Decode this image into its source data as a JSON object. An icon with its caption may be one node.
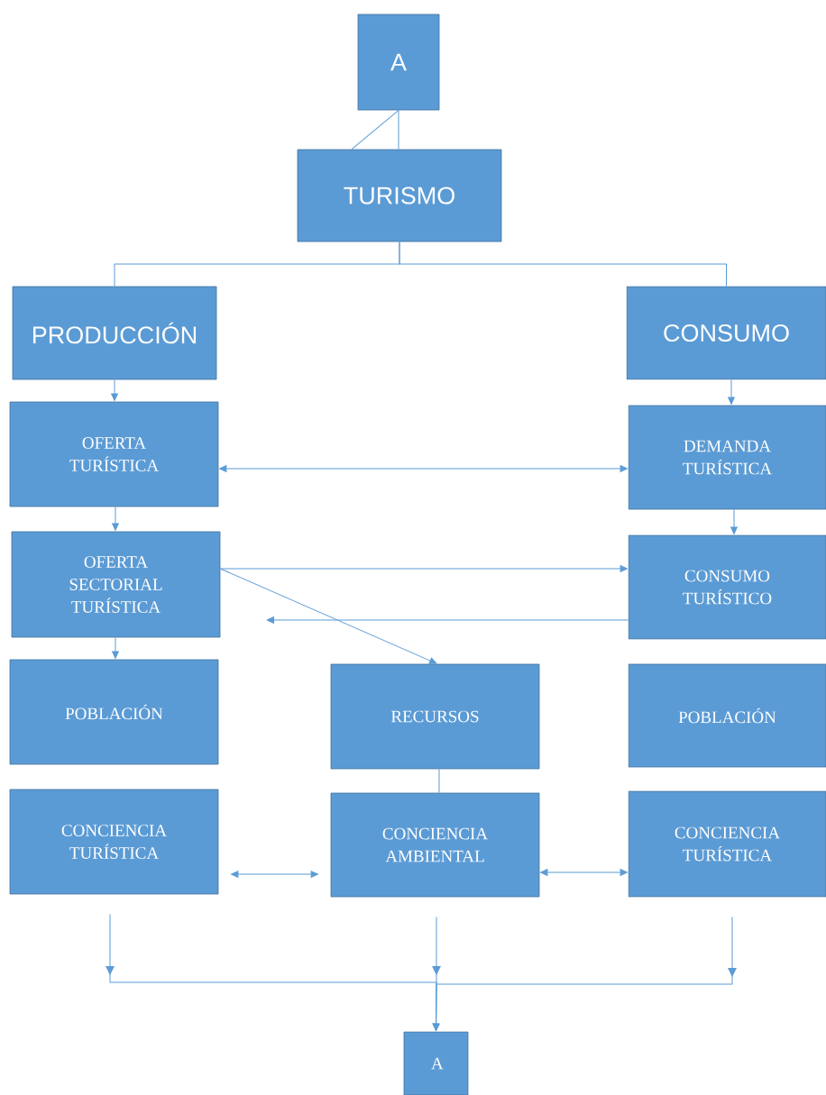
{
  "diagram": {
    "nodes": [
      {
        "text": [
          "A"
        ]
      },
      {
        "text": [
          "TURISMO"
        ]
      },
      {
        "text": [
          "PRODUCCIÓN"
        ]
      },
      {
        "text": [
          "CONSUMO"
        ]
      },
      {
        "text": [
          "OFERTA TURÍSTICA"
        ]
      },
      {
        "text": [
          "DEMANDA TURÍSTICA"
        ]
      },
      {
        "text": [
          "OFERTA SECTORIAL TURÍSTICA"
        ]
      },
      {
        "text": [
          "CONSUMO TURÍSTICO"
        ]
      },
      {
        "text": [
          "POBLACIÓN"
        ]
      },
      {
        "text": [
          "RECURSOS"
        ]
      },
      {
        "text": [
          "POBLACIÓN"
        ]
      },
      {
        "text": [
          "CONCIENCIA TURÍSTICA"
        ]
      },
      {
        "text": [
          "CONCIENCIA AMBIENTAL"
        ]
      },
      {
        "text": [
          "CONCIENCIA TURÍSTICA"
        ]
      },
      {
        "text": [
          "A"
        ]
      }
    ],
    "edges": [
      {
        "from": 0,
        "to": 1,
        "arrow": "none"
      },
      {
        "from": 0,
        "to": 1,
        "arrow": "none"
      },
      {
        "from": 1,
        "to": 2,
        "arrow": "none"
      },
      {
        "from": 1,
        "to": 3,
        "arrow": "none"
      },
      {
        "from": 2,
        "to": 4,
        "arrow": "to"
      },
      {
        "from": 3,
        "to": 5,
        "arrow": "to"
      },
      {
        "from": 4,
        "to": 5,
        "arrow": "both"
      },
      {
        "from": 4,
        "to": 6,
        "arrow": "to"
      },
      {
        "from": 5,
        "to": 7,
        "arrow": "to"
      },
      {
        "from": 6,
        "to": 7,
        "arrow": "to"
      },
      {
        "from": 6,
        "to": 9,
        "arrow": "to"
      },
      {
        "from": 7,
        "to": null,
        "arrow": "to"
      },
      {
        "from": 6,
        "to": 8,
        "arrow": "to"
      },
      {
        "from": 9,
        "to": 12,
        "arrow": "none"
      },
      {
        "from": 11,
        "to": 12,
        "arrow": "both"
      },
      {
        "from": 12,
        "to": 13,
        "arrow": "both"
      },
      {
        "from": 11,
        "to": 14,
        "arrow": "to"
      },
      {
        "from": 12,
        "to": 14,
        "arrow": "to"
      },
      {
        "from": 13,
        "to": 14,
        "arrow": "to"
      }
    ]
  }
}
